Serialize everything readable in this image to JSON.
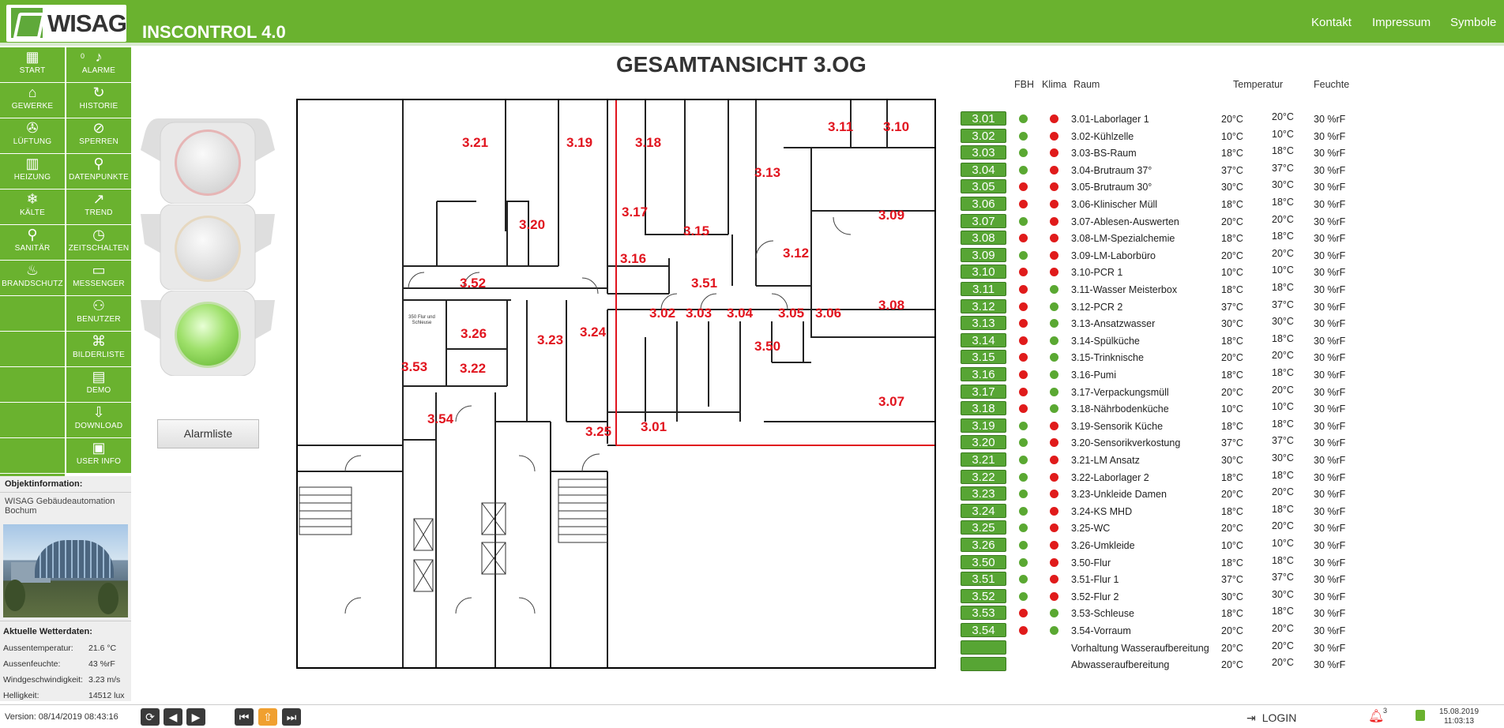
{
  "header": {
    "logo_text": "WISAG",
    "app_title": "INSCONTROL 4.0",
    "links": [
      "Kontakt",
      "Impressum",
      "Symbole"
    ]
  },
  "nav": {
    "left": [
      {
        "label": "START",
        "icon": "grid-icon"
      },
      {
        "label": "GEWERKE",
        "icon": "building-icon"
      },
      {
        "label": "LÜFTUNG",
        "icon": "fan-icon"
      },
      {
        "label": "HEIZUNG",
        "icon": "radiator-icon"
      },
      {
        "label": "KÄLTE",
        "icon": "snowflake-icon"
      },
      {
        "label": "SANITÄR",
        "icon": "faucet-icon"
      },
      {
        "label": "BRANDSCHUTZ",
        "icon": "flame-icon"
      }
    ],
    "right": [
      {
        "label": "ALARME",
        "icon": "bell-icon",
        "count": "0"
      },
      {
        "label": "HISTORIE",
        "icon": "history-icon"
      },
      {
        "label": "SPERREN",
        "icon": "bell-off-icon"
      },
      {
        "label": "DATENPUNKTE",
        "icon": "search-icon"
      },
      {
        "label": "TREND",
        "icon": "trend-icon"
      },
      {
        "label": "ZEITSCHALTEN",
        "icon": "clock-icon"
      },
      {
        "label": "MESSENGER",
        "icon": "chat-icon"
      },
      {
        "label": "BENUTZER",
        "icon": "users-icon"
      },
      {
        "label": "BILDERLISTE",
        "icon": "sitemap-icon"
      },
      {
        "label": "DEMO",
        "icon": "document-icon"
      },
      {
        "label": "DOWNLOAD",
        "icon": "download-icon"
      },
      {
        "label": "USER INFO",
        "icon": "id-card-icon"
      }
    ]
  },
  "object_info": {
    "heading": "Objektinformation:",
    "text": "WISAG Gebäudeautomation Bochum"
  },
  "weather": {
    "heading": "Aktuelle Wetterdaten:",
    "rows": [
      {
        "label": "Aussentemperatur:",
        "value": "21.6 °C"
      },
      {
        "label": "Aussenfeuchte:",
        "value": "43 %rF"
      },
      {
        "label": "Windgeschwindigkeit:",
        "value": "3.23 m/s"
      },
      {
        "label": "Helligkeit:",
        "value": "14512 lux"
      }
    ]
  },
  "main": {
    "title": "GESAMTANSICHT 3.OG",
    "alarm_button": "Alarmliste",
    "traffic_light_active": "green"
  },
  "floorplan": {
    "rooms": [
      "3.21",
      "3.19",
      "3.18",
      "3.13",
      "3.11",
      "3.10",
      "3.20",
      "3.17",
      "3.15",
      "3.09",
      "3.12",
      "3.16",
      "3.52",
      "3.51",
      "3.08",
      "3.26",
      "3.23",
      "3.24",
      "3.02",
      "3.03",
      "3.04",
      "3.05",
      "3.06",
      "3.50",
      "3.53",
      "3.22",
      "3.07",
      "3.54",
      "3.25",
      "3.01"
    ],
    "small_label": "350 Flur und Schleuse"
  },
  "table": {
    "headers": {
      "fbh": "FBH",
      "klima": "Klima",
      "raum": "Raum",
      "temp": "Temperatur",
      "feuchte": "Feuchte"
    },
    "rows": [
      {
        "id": "3.01",
        "fbh": "green",
        "klima": "red",
        "name": "3.01-Laborlager 1",
        "t1": "20°C",
        "t2": "20°C",
        "h": "30 %rF"
      },
      {
        "id": "3.02",
        "fbh": "green",
        "klima": "red",
        "name": "3.02-Kühlzelle",
        "t1": "10°C",
        "t2": "10°C",
        "h": "30 %rF"
      },
      {
        "id": "3.03",
        "fbh": "green",
        "klima": "red",
        "name": "3.03-BS-Raum",
        "t1": "18°C",
        "t2": "18°C",
        "h": "30 %rF"
      },
      {
        "id": "3.04",
        "fbh": "green",
        "klima": "red",
        "name": "3.04-Brutraum 37°",
        "t1": "37°C",
        "t2": "37°C",
        "h": "30 %rF"
      },
      {
        "id": "3.05",
        "fbh": "red",
        "klima": "red",
        "name": "3.05-Brutraum 30°",
        "t1": "30°C",
        "t2": "30°C",
        "h": "30 %rF"
      },
      {
        "id": "3.06",
        "fbh": "red",
        "klima": "red",
        "name": "3.06-Klinischer Müll",
        "t1": "18°C",
        "t2": "18°C",
        "h": "30 %rF"
      },
      {
        "id": "3.07",
        "fbh": "green",
        "klima": "red",
        "name": "3.07-Ablesen-Auswerten",
        "t1": "20°C",
        "t2": "20°C",
        "h": "30 %rF"
      },
      {
        "id": "3.08",
        "fbh": "red",
        "klima": "red",
        "name": "3.08-LM-Spezialchemie",
        "t1": "18°C",
        "t2": "18°C",
        "h": "30 %rF"
      },
      {
        "id": "3.09",
        "fbh": "green",
        "klima": "red",
        "name": "3.09-LM-Laborbüro",
        "t1": "20°C",
        "t2": "20°C",
        "h": "30 %rF"
      },
      {
        "id": "3.10",
        "fbh": "red",
        "klima": "red",
        "name": "3.10-PCR 1",
        "t1": "10°C",
        "t2": "10°C",
        "h": "30 %rF"
      },
      {
        "id": "3.11",
        "fbh": "red",
        "klima": "green",
        "name": "3.11-Wasser Meisterbox",
        "t1": "18°C",
        "t2": "18°C",
        "h": "30 %rF"
      },
      {
        "id": "3.12",
        "fbh": "red",
        "klima": "green",
        "name": "3.12-PCR 2",
        "t1": "37°C",
        "t2": "37°C",
        "h": "30 %rF"
      },
      {
        "id": "3.13",
        "fbh": "red",
        "klima": "green",
        "name": "3.13-Ansatzwasser",
        "t1": "30°C",
        "t2": "30°C",
        "h": "30 %rF"
      },
      {
        "id": "3.14",
        "fbh": "red",
        "klima": "green",
        "name": "3.14-Spülküche",
        "t1": "18°C",
        "t2": "18°C",
        "h": "30 %rF"
      },
      {
        "id": "3.15",
        "fbh": "red",
        "klima": "green",
        "name": "3.15-Trinknische",
        "t1": "20°C",
        "t2": "20°C",
        "h": "30 %rF"
      },
      {
        "id": "3.16",
        "fbh": "red",
        "klima": "green",
        "name": "3.16-Pumi",
        "t1": "18°C",
        "t2": "18°C",
        "h": "30 %rF"
      },
      {
        "id": "3.17",
        "fbh": "red",
        "klima": "green",
        "name": "3.17-Verpackungsmüll",
        "t1": "20°C",
        "t2": "20°C",
        "h": "30 %rF"
      },
      {
        "id": "3.18",
        "fbh": "red",
        "klima": "green",
        "name": "3.18-Nährbodenküche",
        "t1": "10°C",
        "t2": "10°C",
        "h": "30 %rF"
      },
      {
        "id": "3.19",
        "fbh": "green",
        "klima": "red",
        "name": "3.19-Sensorik Küche",
        "t1": "18°C",
        "t2": "18°C",
        "h": "30 %rF"
      },
      {
        "id": "3.20",
        "fbh": "green",
        "klima": "red",
        "name": "3.20-Sensorikverkostung",
        "t1": "37°C",
        "t2": "37°C",
        "h": "30 %rF"
      },
      {
        "id": "3.21",
        "fbh": "green",
        "klima": "red",
        "name": "3.21-LM Ansatz",
        "t1": "30°C",
        "t2": "30°C",
        "h": "30 %rF"
      },
      {
        "id": "3.22",
        "fbh": "green",
        "klima": "red",
        "name": "3.22-Laborlager 2",
        "t1": "18°C",
        "t2": "18°C",
        "h": "30 %rF"
      },
      {
        "id": "3.23",
        "fbh": "green",
        "klima": "red",
        "name": "3.23-Unkleide Damen",
        "t1": "20°C",
        "t2": "20°C",
        "h": "30 %rF"
      },
      {
        "id": "3.24",
        "fbh": "green",
        "klima": "red",
        "name": "3.24-KS MHD",
        "t1": "18°C",
        "t2": "18°C",
        "h": "30 %rF"
      },
      {
        "id": "3.25",
        "fbh": "green",
        "klima": "red",
        "name": "3.25-WC",
        "t1": "20°C",
        "t2": "20°C",
        "h": "30 %rF"
      },
      {
        "id": "3.26",
        "fbh": "green",
        "klima": "red",
        "name": "3.26-Umkleide",
        "t1": "10°C",
        "t2": "10°C",
        "h": "30 %rF"
      },
      {
        "id": "3.50",
        "fbh": "green",
        "klima": "red",
        "name": "3.50-Flur",
        "t1": "18°C",
        "t2": "18°C",
        "h": "30 %rF"
      },
      {
        "id": "3.51",
        "fbh": "green",
        "klima": "red",
        "name": "3.51-Flur 1",
        "t1": "37°C",
        "t2": "37°C",
        "h": "30 %rF"
      },
      {
        "id": "3.52",
        "fbh": "green",
        "klima": "red",
        "name": "3.52-Flur 2",
        "t1": "30°C",
        "t2": "30°C",
        "h": "30 %rF"
      },
      {
        "id": "3.53",
        "fbh": "red",
        "klima": "green",
        "name": "3.53-Schleuse",
        "t1": "18°C",
        "t2": "18°C",
        "h": "30 %rF"
      },
      {
        "id": "3.54",
        "fbh": "red",
        "klima": "green",
        "name": "3.54-Vorraum",
        "t1": "20°C",
        "t2": "20°C",
        "h": "30 %rF"
      },
      {
        "id": "",
        "fbh": "",
        "klima": "",
        "name": "Vorhaltung Wasseraufbereitung",
        "t1": "20°C",
        "t2": "20°C",
        "h": "30 %rF"
      },
      {
        "id": "",
        "fbh": "",
        "klima": "",
        "name": "Abwasseraufbereitung",
        "t1": "20°C",
        "t2": "20°C",
        "h": "30 %rF"
      }
    ]
  },
  "footer": {
    "version": "Version: 08/14/2019 08:43:16",
    "login": "LOGIN",
    "alarm_count": "3",
    "date": "15.08.2019",
    "time": "11:03:13"
  },
  "colors": {
    "brand_green": "#6ab22f",
    "status_green": "#5aa832",
    "status_red": "#e01b1b",
    "room_label": "#e1141e"
  }
}
